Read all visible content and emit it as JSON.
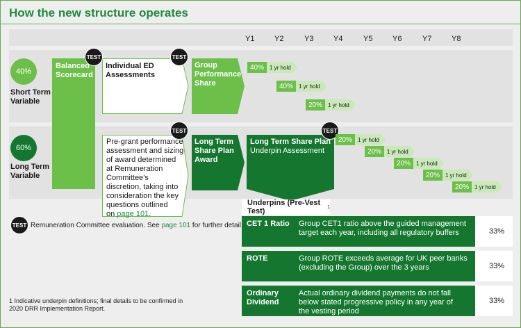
{
  "title": "How the new structure operates",
  "years": [
    "Y1",
    "Y2",
    "Y3",
    "Y4",
    "Y5",
    "Y6",
    "Y7",
    "Y8"
  ],
  "short_term": {
    "pct": "40%",
    "label_line1": "Short Term",
    "label_line2": "Variable"
  },
  "long_term": {
    "pct": "60%",
    "label_line1": "Long Term",
    "label_line2": "Variable"
  },
  "balanced": {
    "line1": "Balanced",
    "line2": "Scorecard"
  },
  "individual_ed": {
    "line1": "Individual ED",
    "line2": "Assessments"
  },
  "group_perf": {
    "line1": "Group",
    "line2": "Performance",
    "line3": "Share"
  },
  "pre_grant": {
    "line1": "Pre-grant performance",
    "line2": "assessment and sizing",
    "line3": "of award determined",
    "line4": "at Remuneration",
    "line5": "Committee’s",
    "line6": "discretion, taking into",
    "line7": "consideration the key",
    "line8": "questions outlined",
    "line9_prefix": "on ",
    "line9_link": "page 101",
    "line9_suffix": "."
  },
  "ltsp_award": {
    "line1": "Long Term",
    "line2": "Share Plan",
    "line3": "Award"
  },
  "ltsp": {
    "title": "Long Term Share Plan",
    "sub": "Underpin Assessment"
  },
  "test_label": "TEST",
  "short_pills": [
    {
      "pct": "40%",
      "hold": "1 yr hold"
    },
    {
      "pct": "40%",
      "hold": "1 yr hold"
    },
    {
      "pct": "20%",
      "hold": "1 yr hold"
    }
  ],
  "long_pills": [
    {
      "pct": "20%",
      "hold": "1 yr hold"
    },
    {
      "pct": "20%",
      "hold": "1 yr hold"
    },
    {
      "pct": "20%",
      "hold": "1 yr hold"
    },
    {
      "pct": "20%",
      "hold": "1 yr hold"
    },
    {
      "pct": "20%",
      "hold": "1 yr hold"
    }
  ],
  "underpins": {
    "heading": "Underpins (Pre-Vest Test)",
    "heading_sup": "1",
    "rows": [
      {
        "name_line1": "CET 1 Ratio",
        "name_line2": "",
        "desc_line1": "Group CET1 ratio above the guided management",
        "desc_line2": "target each year, including all regulatory buffers",
        "desc_line3": "",
        "share": "33%"
      },
      {
        "name_line1": "ROTE",
        "name_line2": "",
        "desc_line1": "Group ROTE exceeds average for UK peer banks",
        "desc_line2": "(excluding the Group) over the 3 years",
        "desc_line3": "",
        "share": "33%"
      },
      {
        "name_line1": "Ordinary",
        "name_line2": "Dividend",
        "desc_line1": "Actual ordinary dividend payments do not fall",
        "desc_line2": "below stated progressive policy in any year of",
        "desc_line3": "the vesting period",
        "share": "33%"
      }
    ]
  },
  "legend": {
    "prefix": "Remuneration Committee evaluation. See ",
    "link": "page 101",
    "suffix": " for further detail."
  },
  "footnote": {
    "line1": "1  Indicative underpin definitions; final details to be confirmed in",
    "line2": "2020 DRR Implementation Report."
  },
  "colors": {
    "light_green": "#6cc04a",
    "dark_green": "#15772f",
    "pale_green": "#c9e9b8",
    "title_green": "#1e8a3e"
  }
}
